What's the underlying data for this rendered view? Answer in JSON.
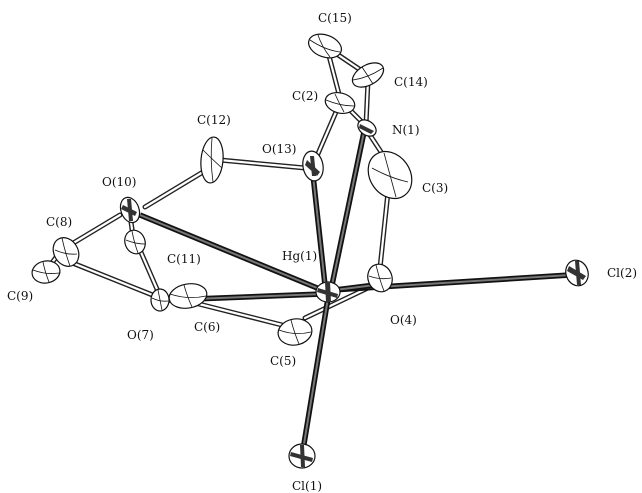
{
  "figure": {
    "atoms": {
      "c15": "C(15)",
      "c14": "C(14)",
      "c2": "C(2)",
      "n1": "N(1)",
      "c12": "C(12)",
      "o13": "O(13)",
      "c3": "C(3)",
      "o10": "O(10)",
      "c8": "C(8)",
      "c11": "C(11)",
      "hg1": "Hg(1)",
      "cl2": "Cl(2)",
      "c9": "C(9)",
      "o7": "O(7)",
      "c6": "C(6)",
      "o4": "O(4)",
      "c5": "C(5)",
      "cl1": "Cl(1)"
    }
  }
}
